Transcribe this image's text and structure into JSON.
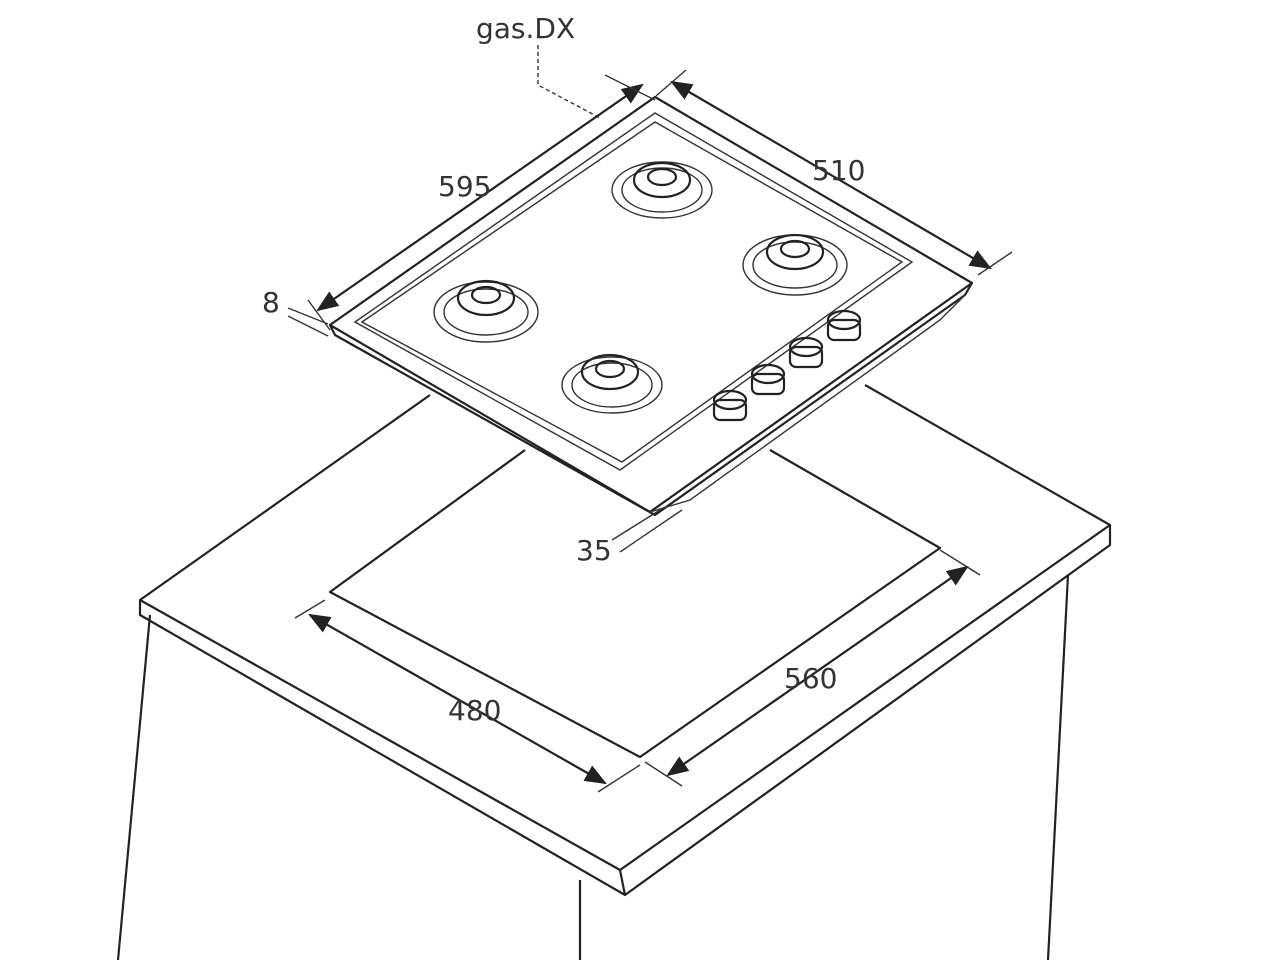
{
  "title_label": "gas.DX",
  "dimensions": {
    "hob_width": "595",
    "hob_depth": "510",
    "plate_thickness": "8",
    "hob_height": "35",
    "cutout_depth": "480",
    "cutout_width": "560"
  },
  "colors": {
    "line": "#222222",
    "background": "#ffffff"
  }
}
